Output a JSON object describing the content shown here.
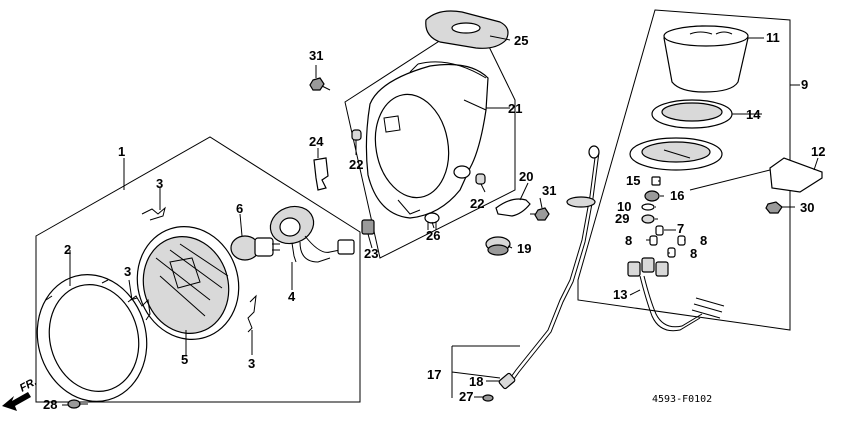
{
  "diagram": {
    "drawing_code": "4593-F0102",
    "direction_label": "FR.",
    "callouts": [
      "1",
      "2",
      "3",
      "3",
      "3",
      "4",
      "5",
      "6",
      "7",
      "8",
      "8",
      "8",
      "9",
      "10",
      "11",
      "12",
      "13",
      "14",
      "15",
      "16",
      "17",
      "18",
      "19",
      "20",
      "21",
      "22",
      "22",
      "23",
      "24",
      "25",
      "26",
      "27",
      "28",
      "29",
      "30",
      "31",
      "31"
    ]
  }
}
